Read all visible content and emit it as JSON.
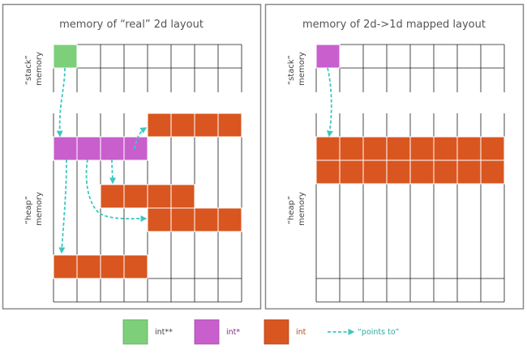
{
  "panels": {
    "left": {
      "title": "memory of “real” 2d layout"
    },
    "right": {
      "title": "memory of 2d->1d  mapped layout"
    }
  },
  "region_labels": {
    "stack_q": "“stack”",
    "stack_w": "memory",
    "heap_q": "“heap”",
    "heap_w": "memory"
  },
  "legend": {
    "int_pp": "int**",
    "int_p": "int*",
    "int": "int",
    "points_to": "“points to”"
  },
  "colors": {
    "int_pp": "#7dcf7a",
    "int_p": "#c95fcc",
    "int": "#d95620",
    "arrow": "#3ec7c1",
    "frame": "#888888",
    "grid": "#1a1a1a"
  }
}
